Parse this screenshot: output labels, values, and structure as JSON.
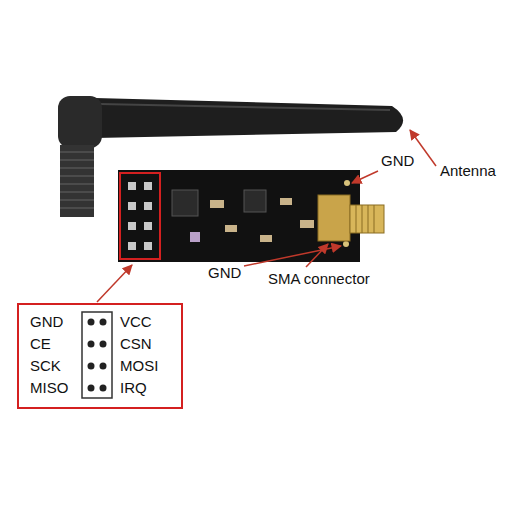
{
  "diagram": {
    "labels": [
      "GND",
      "Antenna",
      "GND",
      "SMA connector",
      "GND",
      "VCC",
      "CE",
      "CSN",
      "SCK",
      "MOSI",
      "MISO",
      "IRQ"
    ]
  }
}
